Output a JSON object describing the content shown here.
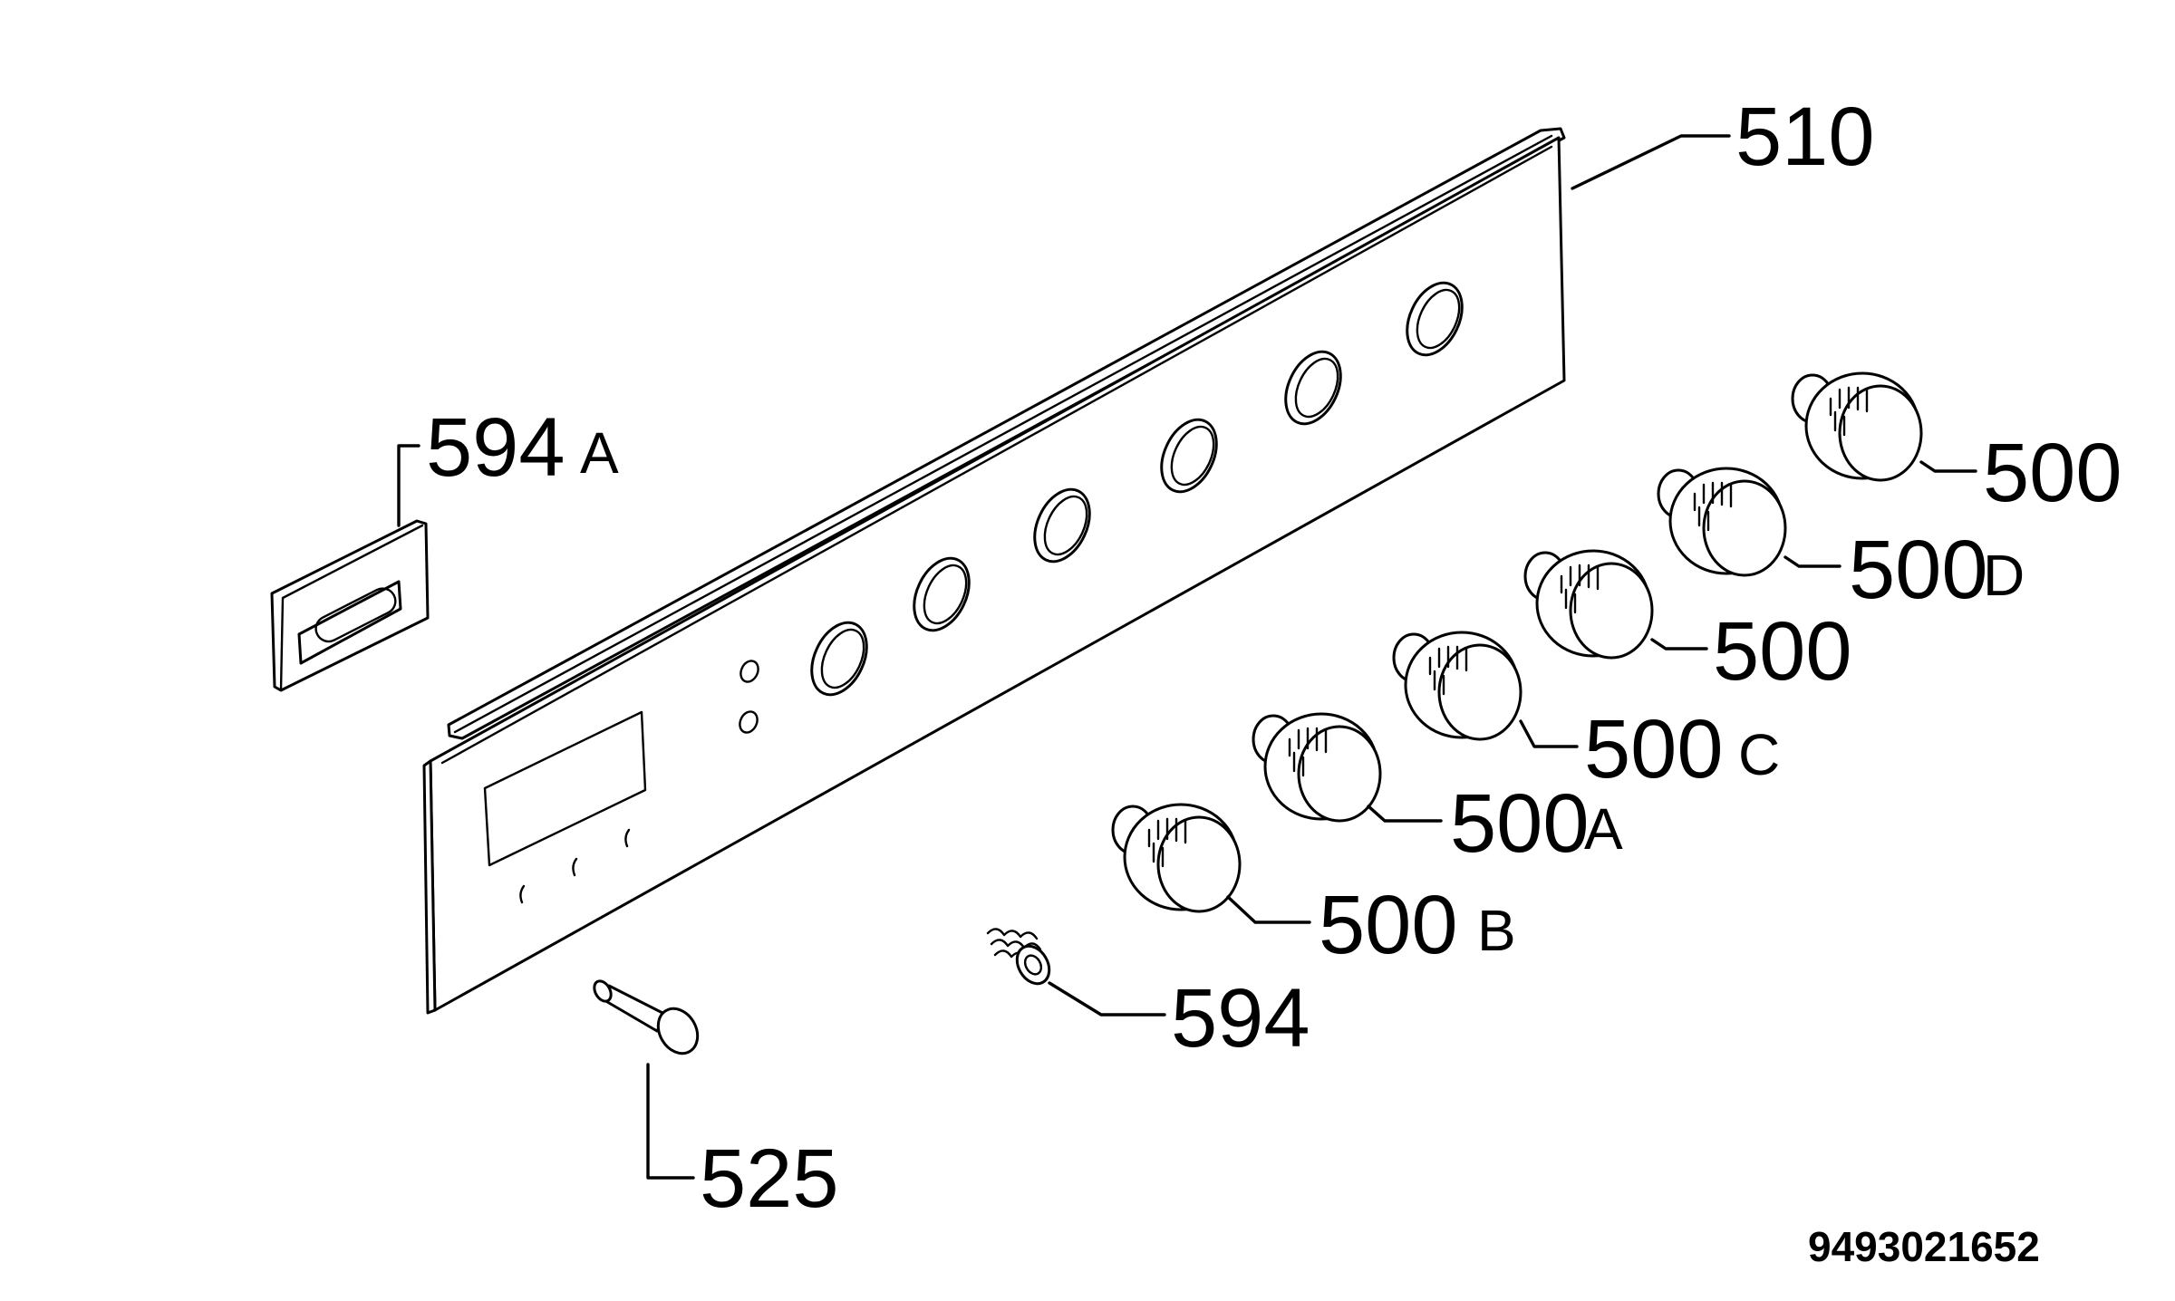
{
  "labels": {
    "panel": "510",
    "strip": "594",
    "strip_suffix": "A",
    "knob_top": "500",
    "knob_d": "500",
    "knob_d_suffix": "D",
    "knob_mid": "500",
    "knob_c": "500",
    "knob_c_suffix": "C",
    "knob_a": "500",
    "knob_a_suffix": "A",
    "knob_b": "500",
    "knob_b_suffix": "B",
    "spring": "594",
    "screw": "525"
  },
  "drawing_code": "9493021652"
}
